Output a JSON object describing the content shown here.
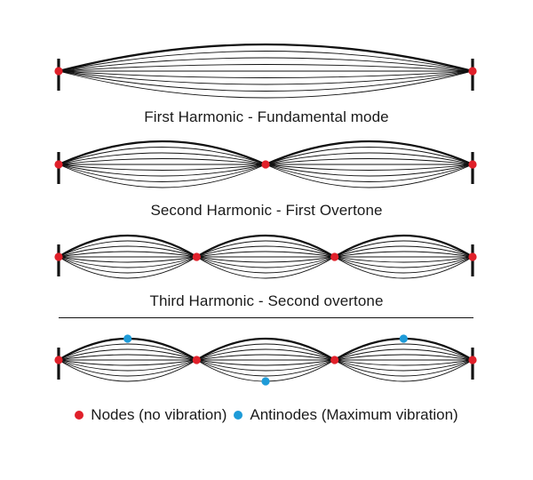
{
  "captions": {
    "first": "First Harmonic - Fundamental mode",
    "second": "Second Harmonic - First Overtone",
    "third": "Third Harmonic - Second overtone"
  },
  "legend": {
    "nodes_label": "Nodes (no vibration)",
    "antinodes_label": "Antinodes (Maximum vibration)"
  },
  "colors": {
    "node": "#e0202a",
    "antinode": "#1e9bd8",
    "string": "#111111",
    "background": "#ffffff"
  },
  "harmonics": [
    {
      "harmonic": 1,
      "loops": 1
    },
    {
      "harmonic": 2,
      "loops": 2
    },
    {
      "harmonic": 3,
      "loops": 3
    },
    {
      "harmonic": 3,
      "loops": 3,
      "show_antinodes": true
    }
  ]
}
